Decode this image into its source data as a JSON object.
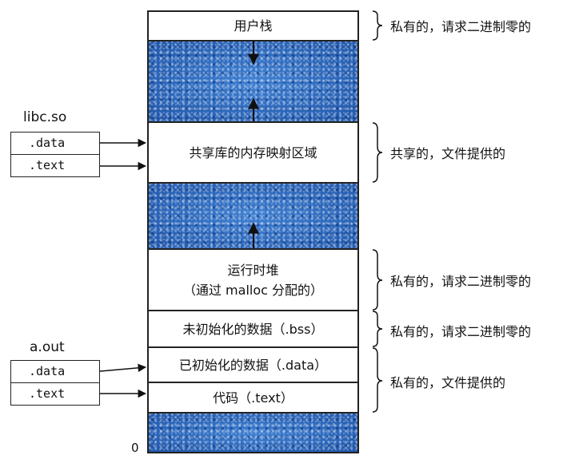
{
  "memory_regions": {
    "user_stack": "用户栈",
    "shared_libs": "共享库的内存映射区域",
    "heap_line1": "运行时堆",
    "heap_line2": "（通过 malloc 分配的）",
    "bss": "未初始化的数据（.bss）",
    "data": "已初始化的数据（.data）",
    "text": "代码（.text）",
    "zero": "0"
  },
  "annotations": {
    "stack": "私有的，请求二进制零的",
    "shared": "共享的，文件提供的",
    "heap": "私有的，请求二进制零的",
    "bss": "私有的，请求二进制零的",
    "data_text": "私有的，文件提供的"
  },
  "files": {
    "libc": {
      "title": "libc.so",
      "sections": [
        ".data",
        ".text"
      ]
    },
    "aout": {
      "title": "a.out",
      "sections": [
        ".data",
        ".text"
      ]
    }
  },
  "colors": {
    "free_area": "#2a64b6",
    "outline": "#222222"
  }
}
